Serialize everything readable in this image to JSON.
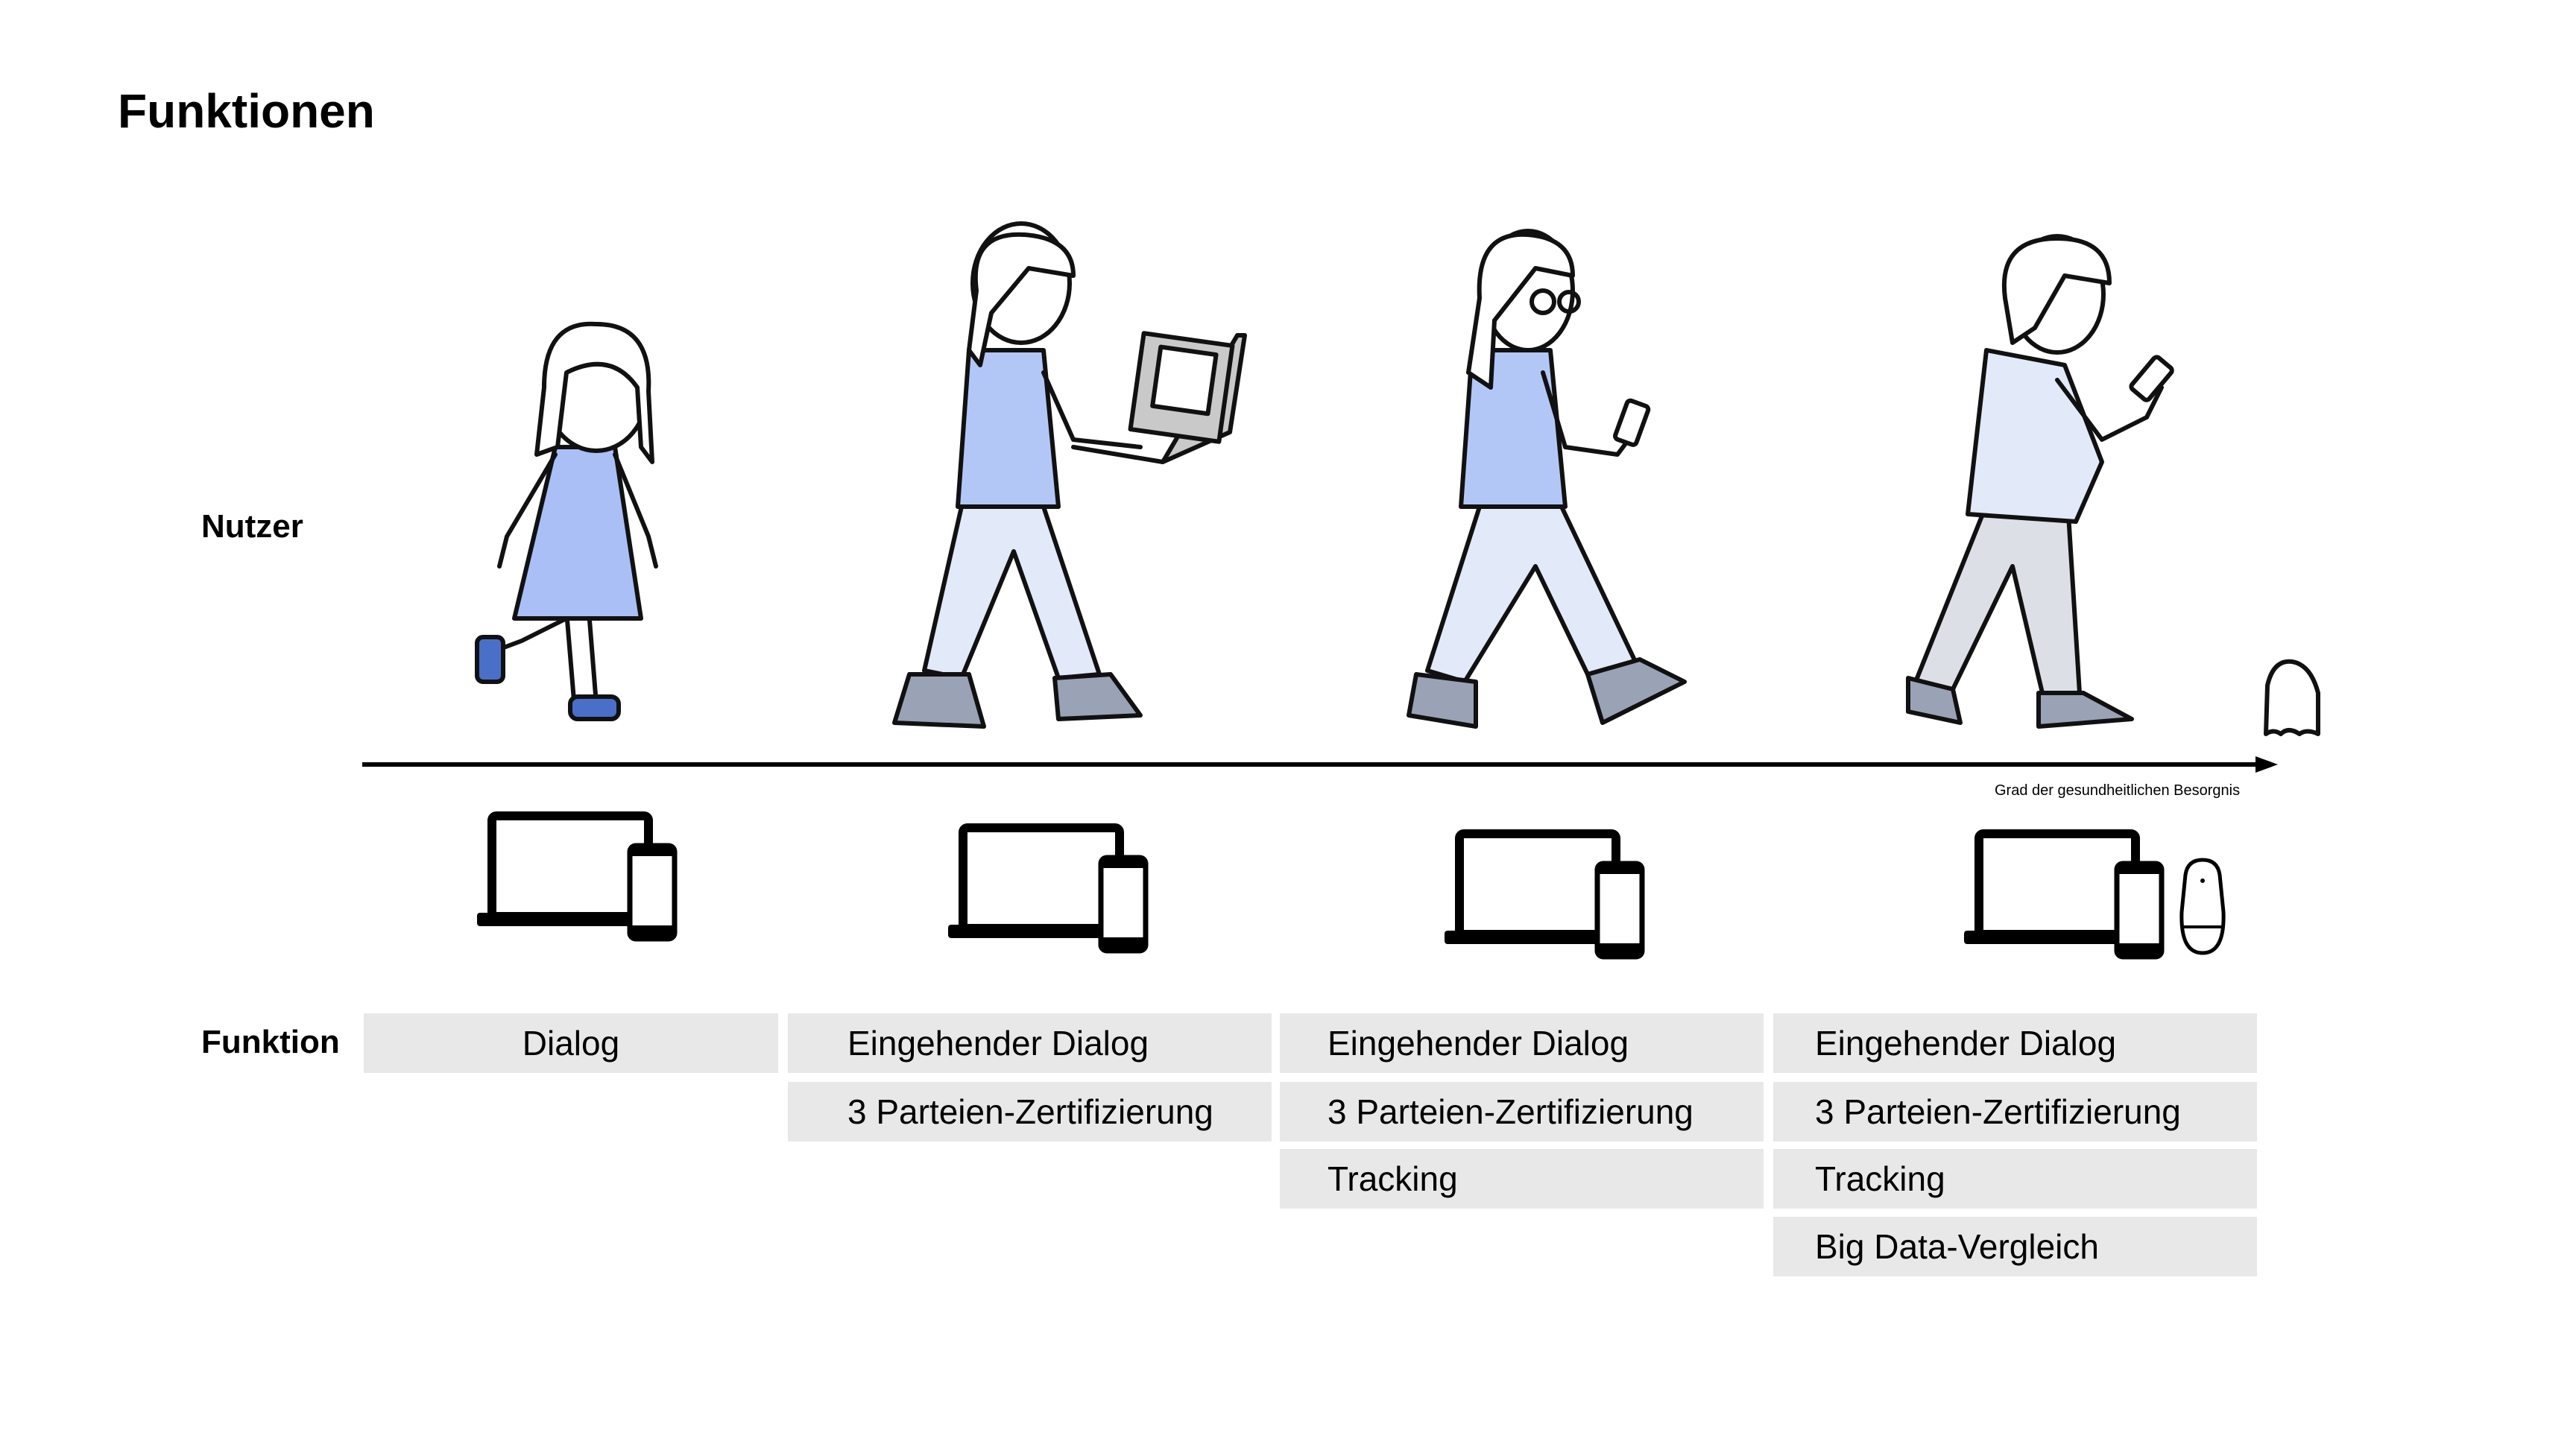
{
  "title": "Funktionen",
  "row_labels": {
    "users": "Nutzer",
    "function": "Funktion"
  },
  "axis": {
    "label": "Grad der gesundheitlichen Besorgnis"
  },
  "colors": {
    "cell_bg": "#e8e8e8",
    "figure_blue": "#b3c7f7",
    "figure_dark_blue": "#5b7fd6",
    "shoe_grey": "#9aa3b5"
  },
  "stages": [
    {
      "user": "child",
      "devices": [
        "laptop-icon",
        "smartphone-icon"
      ],
      "functions": [
        "Dialog"
      ]
    },
    {
      "user": "young-adult-with-laptop",
      "devices": [
        "laptop-icon",
        "smartphone-icon"
      ],
      "functions": [
        "Eingehender Dialog",
        "3 Parteien-Zertifizierung"
      ]
    },
    {
      "user": "adult-with-phone",
      "devices": [
        "laptop-icon",
        "smartphone-icon"
      ],
      "functions": [
        "Eingehender Dialog",
        "3 Parteien-Zertifizierung",
        "Tracking"
      ]
    },
    {
      "user": "senior-with-phone",
      "devices": [
        "laptop-icon",
        "smartphone-icon",
        "smart-speaker-icon"
      ],
      "functions": [
        "Eingehender Dialog",
        "3 Parteien-Zertifizierung",
        "Tracking",
        "Big Data-Vergleich"
      ]
    }
  ]
}
